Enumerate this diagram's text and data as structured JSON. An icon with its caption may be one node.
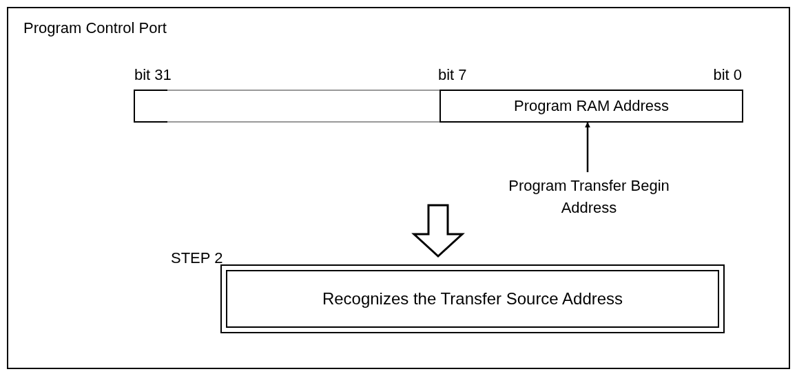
{
  "diagram": {
    "nodes": [
      {
        "text": [
          "Program Control Port"
        ]
      },
      {
        "text": [],
        "shape": "box",
        "in": 0
      },
      {
        "text": [
          "Program RAM Address"
        ],
        "in": 0
      },
      {
        "text": [
          "Program Transfer Begin Address"
        ],
        "in": 0
      },
      {
        "text": [
          "STEP 2",
          "Recognizes the Transfer Source Address"
        ],
        "in": 0
      }
    ],
    "edges": [
      {
        "from": 3,
        "to": 2,
        "arrow": "to"
      },
      {
        "from": null,
        "to": 4,
        "arrow": "to",
        "style": "thick"
      }
    ],
    "labels": [
      "bit 31",
      "bit 7",
      "bit 0"
    ]
  }
}
